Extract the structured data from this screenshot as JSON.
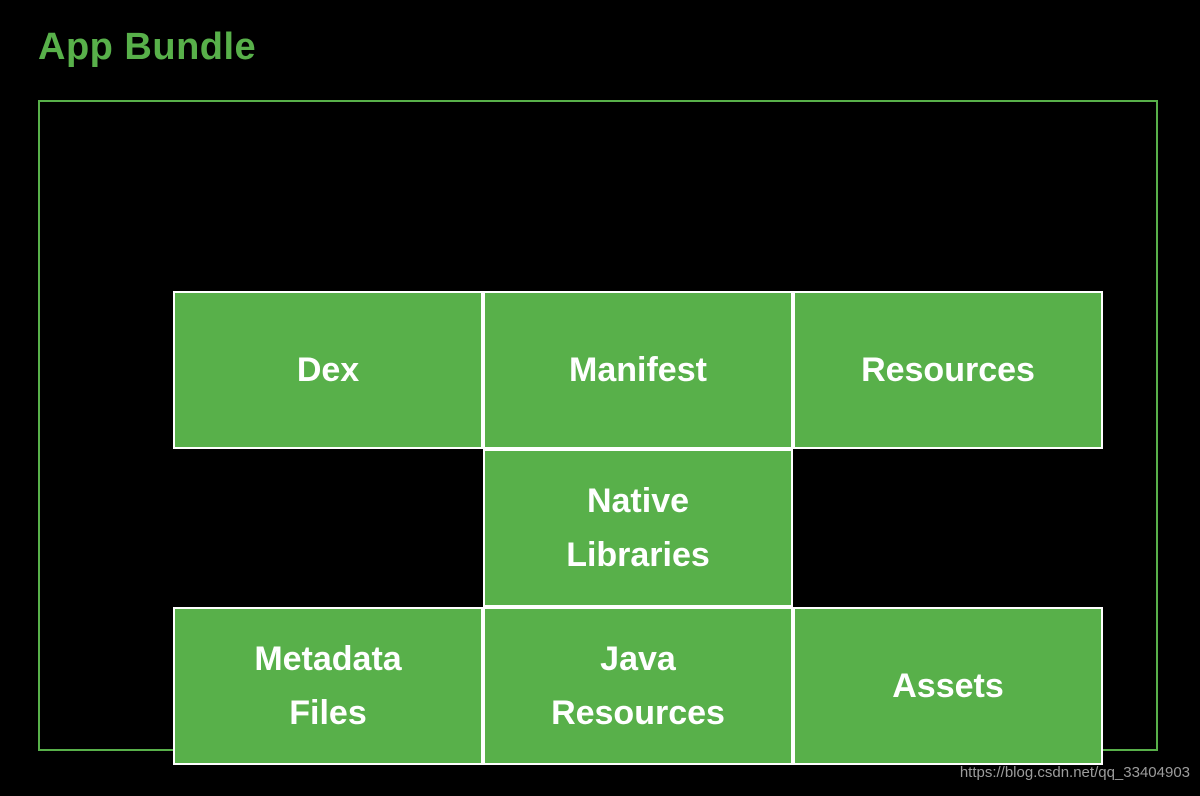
{
  "title": "App Bundle",
  "watermark": "https://blog.csdn.net/qq_33404903",
  "colors": {
    "background": "#000000",
    "green": "#58B04A",
    "cell_text": "#FFFFFF",
    "watermark_gray": "#9C9C9C"
  },
  "bundle": {
    "grid": {
      "rows": [
        {
          "cells": [
            {
              "label": "Dex",
              "filled": true
            },
            {
              "label": "Manifest",
              "filled": true
            },
            {
              "label": "Resources",
              "filled": true
            }
          ]
        },
        {
          "cells": [
            {
              "label": "",
              "filled": false
            },
            {
              "label": "Native\nLibraries",
              "filled": true
            },
            {
              "label": "",
              "filled": false
            }
          ]
        },
        {
          "cells": [
            {
              "label": "Metadata\nFiles",
              "filled": true
            },
            {
              "label": "Java\nResources",
              "filled": true
            },
            {
              "label": "Assets",
              "filled": true
            }
          ]
        }
      ]
    }
  }
}
